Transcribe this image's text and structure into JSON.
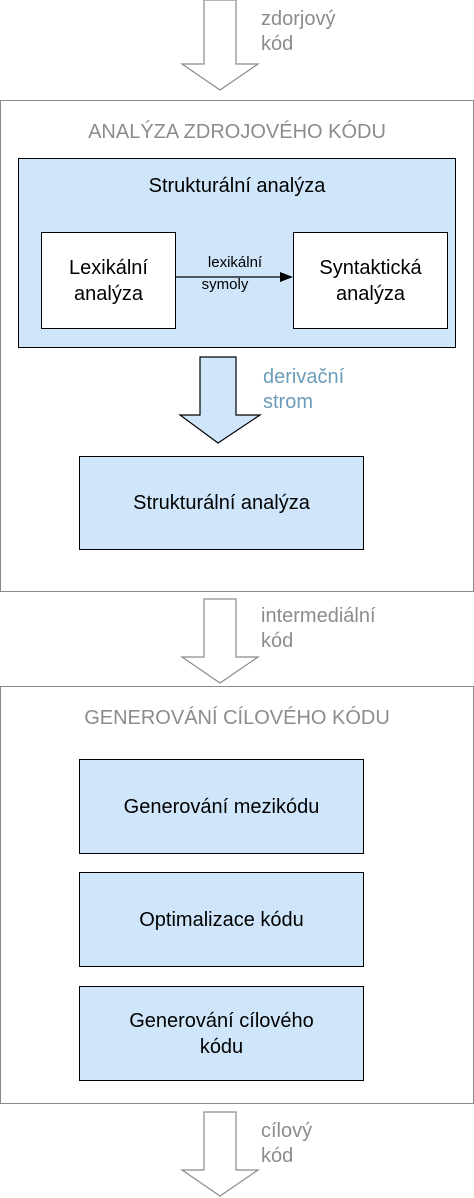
{
  "flow_labels": {
    "input": "zdorjový\nkód",
    "intermediate": "intermediální\nkód",
    "output": "cílový\nkód"
  },
  "analysis_section": {
    "title": "ANALÝZA ZDROJOVÉHO KÓDU",
    "structural_container_title": "Strukturální analýza",
    "lexical_box": "Lexikální\nanalýza",
    "syntactic_box": "Syntaktická\nanalýza",
    "connector_label_top": "lexikální",
    "connector_label_bottom": "symoly",
    "derivation_label": "derivační\nstrom",
    "structural_box": "Strukturální analýza"
  },
  "generation_section": {
    "title": "GENEROVÁNÍ CÍLOVÉHO KÓDU",
    "boxes": [
      "Generování mezikódu",
      "Optimalizace kódu",
      "Generování cílového\nkódu"
    ]
  },
  "colors": {
    "box_fill": "#cfe6fa",
    "section_border": "#8a8a8a",
    "section_title": "#8c8c8c",
    "gray_label": "#8c8c8c",
    "blue_label": "#6b9cba",
    "big_arrow_fill": "#cfe6fa",
    "hollow_arrow_fill": "#ffffff"
  }
}
